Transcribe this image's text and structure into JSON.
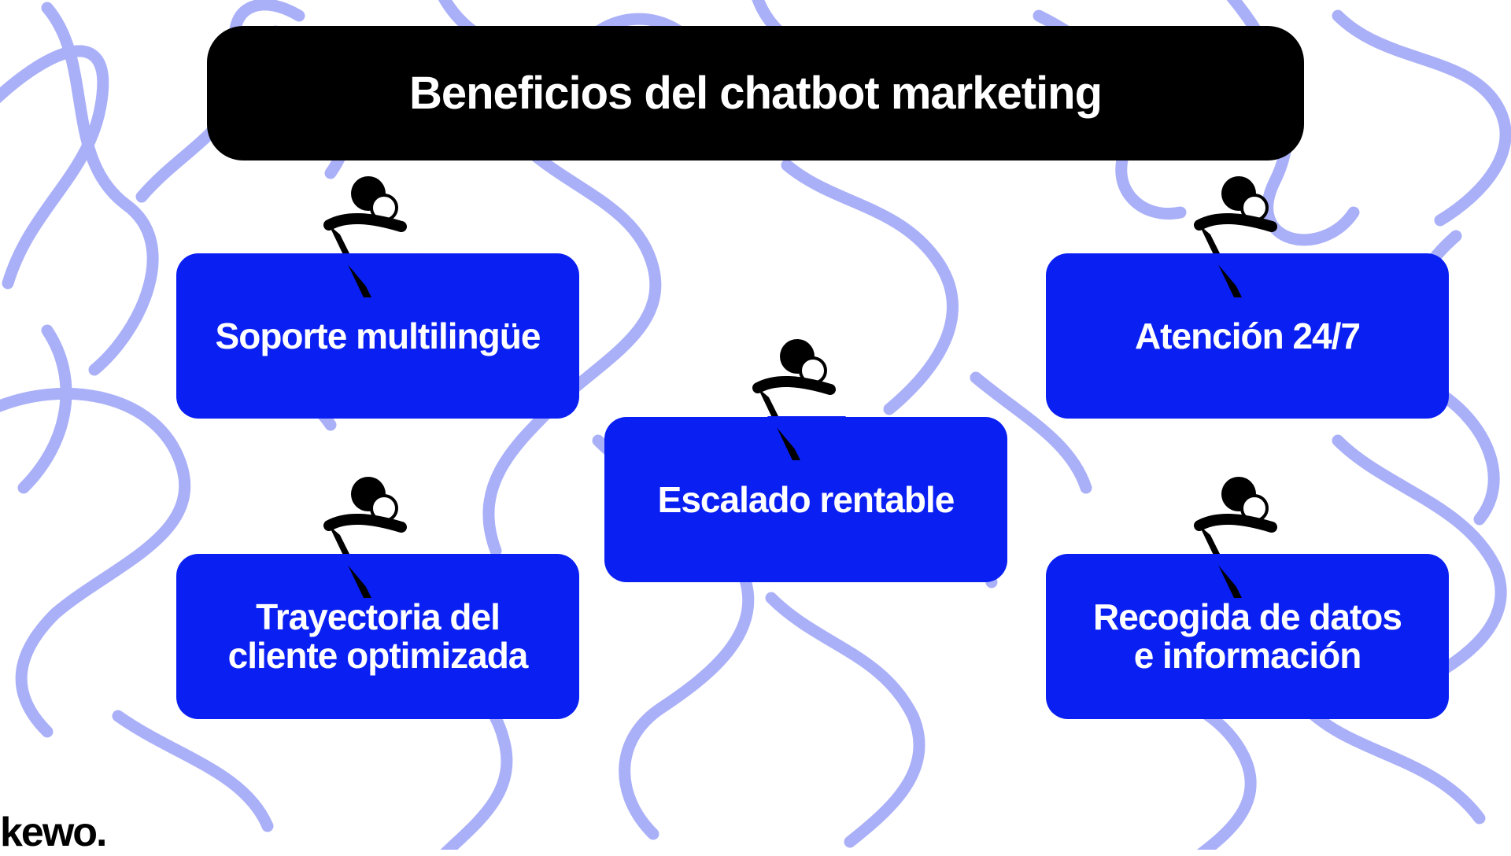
{
  "title": "Beneficios del chatbot marketing",
  "benefits": [
    {
      "label": "Soporte multilingüe"
    },
    {
      "label": "Atención 24/7"
    },
    {
      "label": "Escalado rentable"
    },
    {
      "label": "Trayectoria del\ncliente optimizada"
    },
    {
      "label": "Recogida de datos\ne información"
    }
  ],
  "logo": "kewo.",
  "colors": {
    "card": "#0a1ff2",
    "title_bg": "#000000",
    "squiggle": "#aab0f8",
    "text": "#ffffff"
  },
  "icons": {
    "marker": "person-pointer-icon"
  }
}
